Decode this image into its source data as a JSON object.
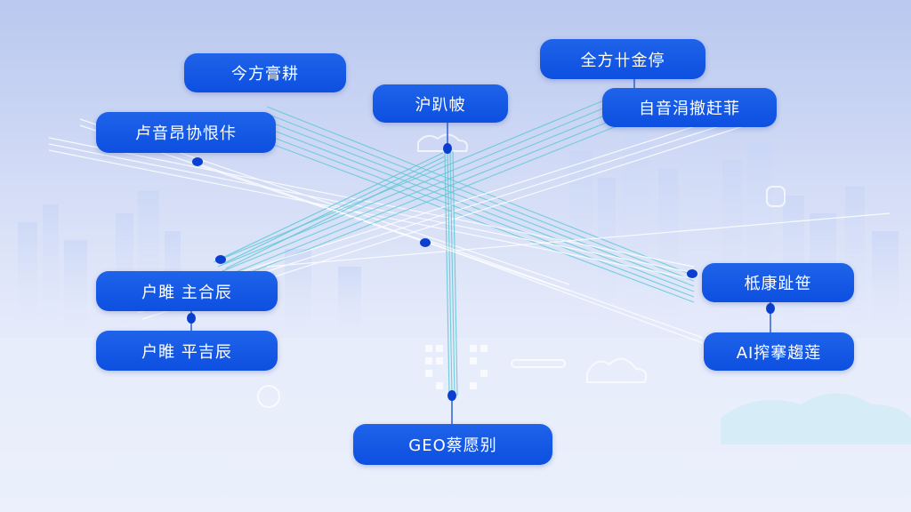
{
  "diagram": {
    "nodes": [
      {
        "id": "n1",
        "label": "今方膏耕"
      },
      {
        "id": "n2",
        "label": "沪趴帔"
      },
      {
        "id": "n3",
        "label": "全方卄金停"
      },
      {
        "id": "n4",
        "label": "自音涓撤赶菲"
      },
      {
        "id": "n5",
        "label": "卢音昂协恨佧"
      },
      {
        "id": "n6",
        "label": "户雎 主合辰"
      },
      {
        "id": "n7",
        "label": "户睢 平吉辰"
      },
      {
        "id": "n8",
        "label": "柢康趾笹"
      },
      {
        "id": "n9",
        "label": "AI搾搴趨莲"
      },
      {
        "id": "n10",
        "label": "GEO蔡愿别"
      }
    ],
    "colors": {
      "node": "#0d4fe0",
      "node_text": "#ffffff",
      "line_teal": "#5cc6d6",
      "line_white": "#ffffff",
      "dot": "#0b3fcf"
    }
  }
}
